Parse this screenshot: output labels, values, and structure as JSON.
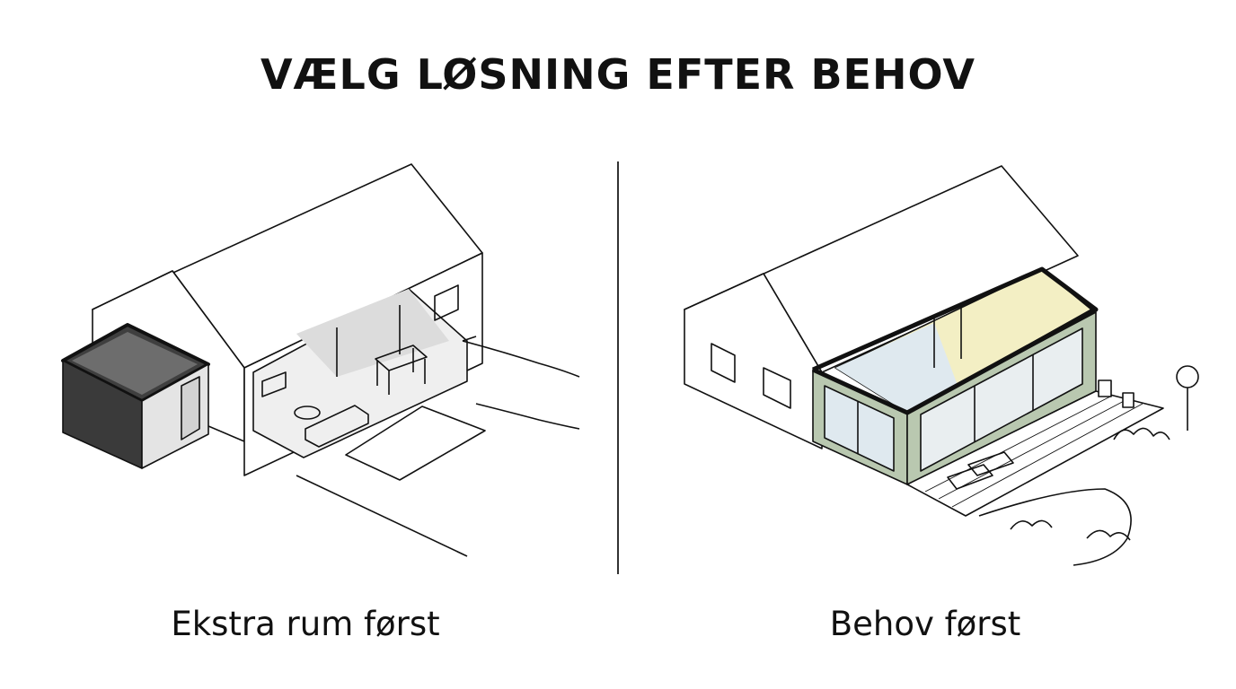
{
  "title": "VÆLG LØSNING EFTER BEHOV",
  "left": {
    "caption": "Ekstra rum først"
  },
  "right": {
    "caption": "Behov først"
  },
  "colors": {
    "line": "#111111",
    "addon_dark": "#4a4a4a",
    "green_panel": "#b9c8b0",
    "yellow_light": "#f3efc4",
    "blue_glass": "#dfe9ef",
    "shade": "#e6e6e6"
  }
}
